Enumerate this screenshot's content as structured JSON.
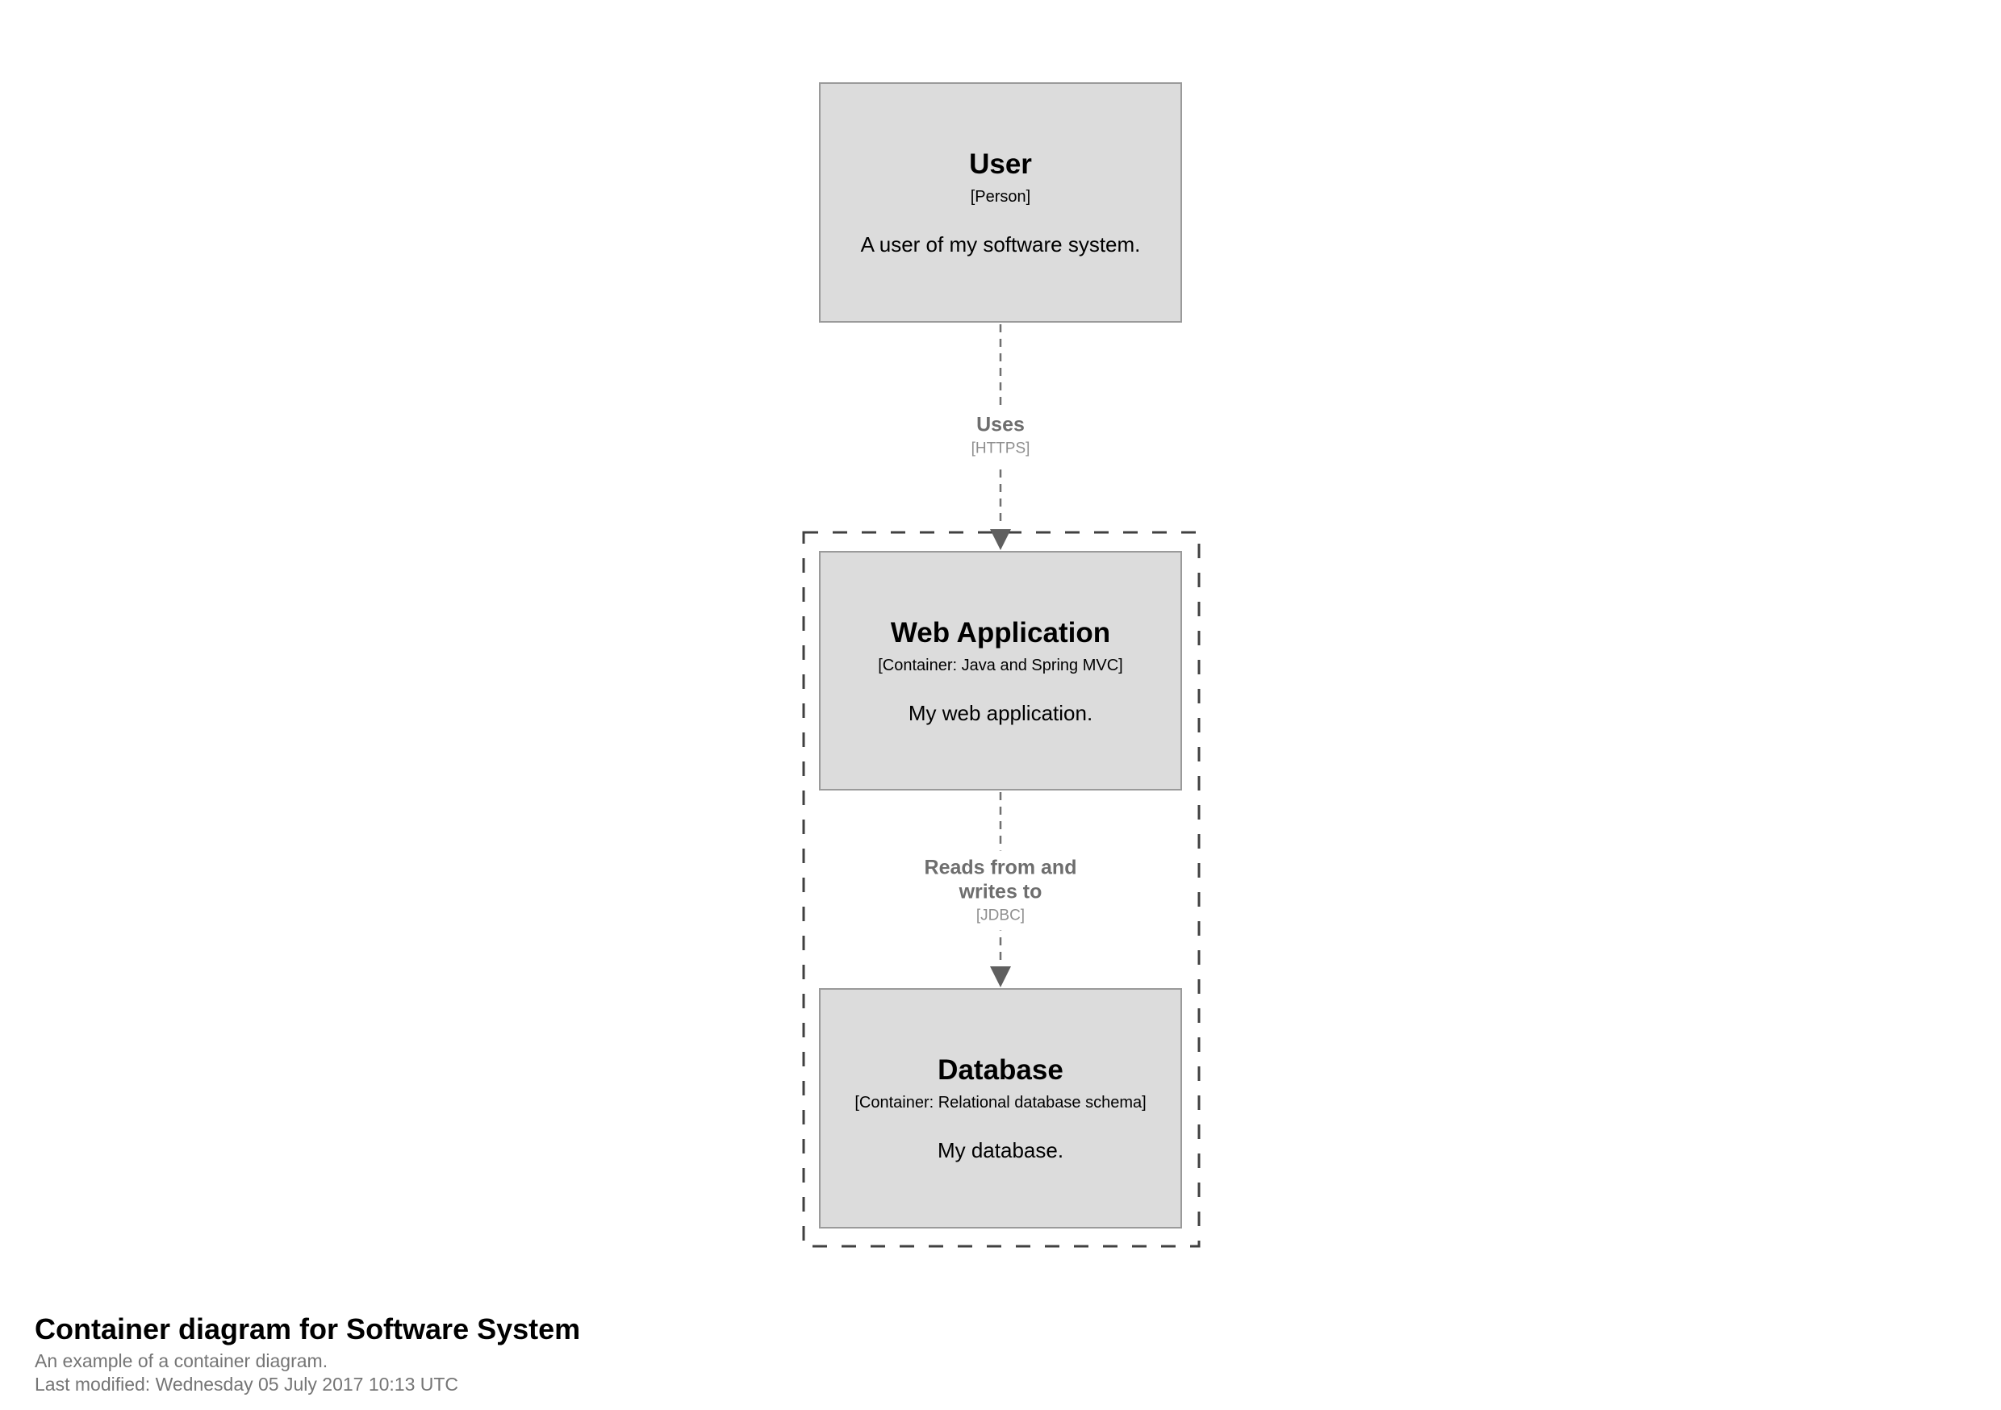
{
  "diagram": {
    "elements": [
      {
        "name": "User",
        "meta": "[Person]",
        "description": "A user of my software system."
      },
      {
        "name": "Web Application",
        "meta": "[Container: Java and Spring MVC]",
        "description": "My web application."
      },
      {
        "name": "Database",
        "meta": "[Container: Relational database schema]",
        "description": "My database."
      }
    ],
    "relationships": [
      {
        "label": "Uses",
        "tech": "[HTTPS]"
      },
      {
        "label": "Reads from and writes to",
        "tech": "[JDBC]"
      }
    ],
    "footer": {
      "title": "Container diagram for Software System",
      "subtitle": "An example of a container diagram.",
      "last_modified": "Last modified: Wednesday 05 July 2017 10:13 UTC"
    },
    "colors": {
      "element_fill": "#dcdcdc",
      "element_border": "#9a9a9a",
      "element_text": "#000000",
      "relationship_line": "#707070",
      "relationship_label": "#6e6e6e",
      "relationship_tech": "#8f8f8f",
      "arrowhead": "#5f5f5f",
      "boundary_dash": "#404040",
      "footer_muted": "#757575"
    }
  }
}
